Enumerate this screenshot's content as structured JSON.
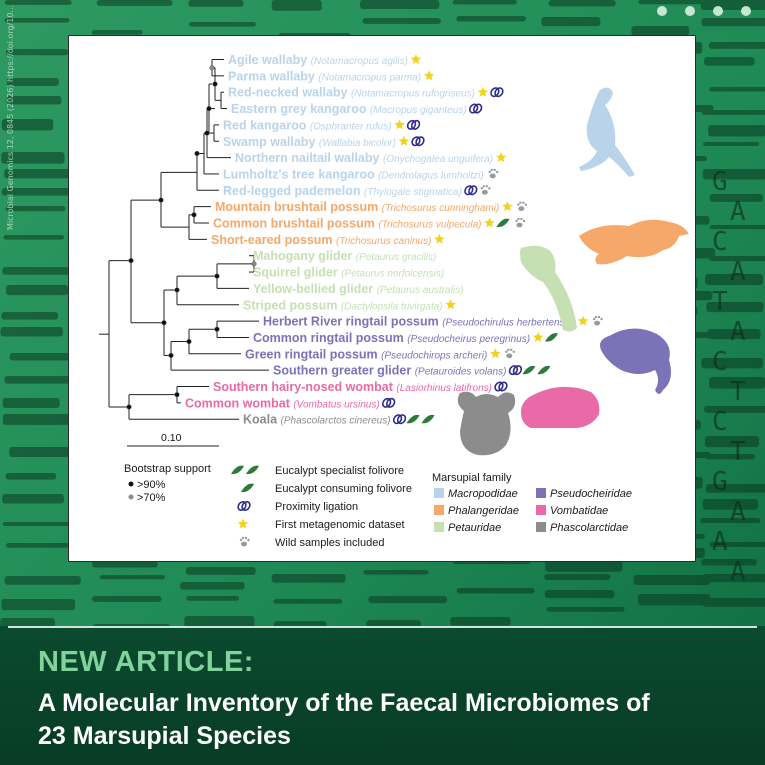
{
  "header": {
    "side_citation": "Microbial Genomics 12, 0845 (2026) https://doi.org/10...",
    "carousel_dots": 4
  },
  "article": {
    "headline": "NEW ARTICLE:",
    "title_line1": "A Molecular Inventory of the Faecal Microbiomes of",
    "title_line2": "23 Marsupial Species"
  },
  "colors": {
    "Macropodidae": "#b9d4ea",
    "Phalangeridae": "#f5a86a",
    "Petauridae": "#c6e0b4",
    "Pseudocheiridae": "#7b73b8",
    "Vombatidae": "#e86aa6",
    "Phascolarctidae": "#8c8c8c",
    "star": "#f2d21b",
    "ligation": "#2e2b8f",
    "leaf": "#2d7a3a",
    "paw": "#9a9a9a"
  },
  "taxa": [
    {
      "common": "Agile wallaby",
      "sci": "(Notamacropus agilis)",
      "family": "Macropodidae",
      "icons": [
        "star"
      ]
    },
    {
      "common": "Parma wallaby",
      "sci": "(Notamacropus parma)",
      "family": "Macropodidae",
      "icons": [
        "star"
      ]
    },
    {
      "common": "Red-necked wallaby",
      "sci": "(Notamacropus rufogriseus)",
      "family": "Macropodidae",
      "icons": [
        "star",
        "ligation"
      ]
    },
    {
      "common": "Eastern grey kangaroo",
      "sci": "(Macropus giganteus)",
      "family": "Macropodidae",
      "icons": [
        "ligation"
      ]
    },
    {
      "common": "Red kangaroo",
      "sci": "(Osphranter rufus)",
      "family": "Macropodidae",
      "icons": [
        "star",
        "ligation"
      ]
    },
    {
      "common": "Swamp wallaby",
      "sci": "(Wallabia bicolor)",
      "family": "Macropodidae",
      "icons": [
        "star",
        "ligation"
      ]
    },
    {
      "common": "Northern nailtail wallaby",
      "sci": "(Onychogalea unguifera)",
      "family": "Macropodidae",
      "icons": [
        "star"
      ]
    },
    {
      "common": "Lumholtz's tree kangaroo",
      "sci": "(Dendrolagus lumholtzi)",
      "family": "Macropodidae",
      "icons": [
        "paw"
      ]
    },
    {
      "common": "Red-legged pademelon",
      "sci": "(Thylogale stigmatica)",
      "family": "Macropodidae",
      "icons": [
        "ligation",
        "paw"
      ]
    },
    {
      "common": "Mountain brushtail possum",
      "sci": "(Trichosurus cunninghami)",
      "family": "Phalangeridae",
      "icons": [
        "star",
        "paw"
      ]
    },
    {
      "common": "Common brushtail possum",
      "sci": "(Trichosurus vulpecula)",
      "family": "Phalangeridae",
      "icons": [
        "star",
        "leaf",
        "paw"
      ]
    },
    {
      "common": "Short-eared possum",
      "sci": "(Trichosurus caninus)",
      "family": "Phalangeridae",
      "icons": [
        "star"
      ]
    },
    {
      "common": "Mahogany glider",
      "sci": "(Petaurus gracilis)",
      "family": "Petauridae",
      "icons": []
    },
    {
      "common": "Squirrel glider",
      "sci": "(Petaurus norfolcensis)",
      "family": "Petauridae",
      "icons": []
    },
    {
      "common": "Yellow-bellied glider",
      "sci": "(Petaurus australis)",
      "family": "Petauridae",
      "icons": []
    },
    {
      "common": "Striped possum",
      "sci": "(Dactylopsila trivirgata)",
      "family": "Petauridae",
      "icons": [
        "star"
      ]
    },
    {
      "common": "Herbert River ringtail possum",
      "sci": "(Pseudochirulus herbertensis)",
      "family": "Pseudocheiridae",
      "icons": [
        "star",
        "paw"
      ]
    },
    {
      "common": "Common ringtail possum",
      "sci": "(Pseudocheirus peregrinus)",
      "family": "Pseudocheiridae",
      "icons": [
        "star",
        "leaf"
      ]
    },
    {
      "common": "Green ringtail possum",
      "sci": "(Pseudochirops archeri)",
      "family": "Pseudocheiridae",
      "icons": [
        "star",
        "paw"
      ]
    },
    {
      "common": "Southern greater glider",
      "sci": "(Petauroides volans)",
      "family": "Pseudocheiridae",
      "icons": [
        "ligation",
        "leaf2"
      ]
    },
    {
      "common": "Southern hairy-nosed wombat",
      "sci": "(Lasiorhinus latifrons)",
      "family": "Vombatidae",
      "icons": [
        "ligation"
      ]
    },
    {
      "common": "Common wombat",
      "sci": "(Vombatus ursinus)",
      "family": "Vombatidae",
      "icons": [
        "ligation"
      ]
    },
    {
      "common": "Koala",
      "sci": "(Phascolarctos cinereus)",
      "family": "Phascolarctidae",
      "icons": [
        "ligation",
        "leaf2"
      ]
    }
  ],
  "scale_bar": "0.10",
  "legend": {
    "bootstrap_title": "Bootstrap support",
    "bootstrap_high": ">90%",
    "bootstrap_low": ">70%",
    "symbols": [
      {
        "icon": "leaf2",
        "label": "Eucalypt specialist folivore"
      },
      {
        "icon": "leaf",
        "label": "Eucalypt consuming folivore"
      },
      {
        "icon": "ligation",
        "label": "Proximity ligation"
      },
      {
        "icon": "star",
        "label": "First metagenomic dataset"
      },
      {
        "icon": "paw",
        "label": "Wild samples included"
      }
    ],
    "family_title": "Marsupial family",
    "families": [
      {
        "name": "Macropodidae",
        "col": 0
      },
      {
        "name": "Phalangeridae",
        "col": 0
      },
      {
        "name": "Petauridae",
        "col": 0
      },
      {
        "name": "Pseudocheiridae",
        "col": 1
      },
      {
        "name": "Vombatidae",
        "col": 1
      },
      {
        "name": "Phascolarctidae",
        "col": 1
      }
    ]
  }
}
